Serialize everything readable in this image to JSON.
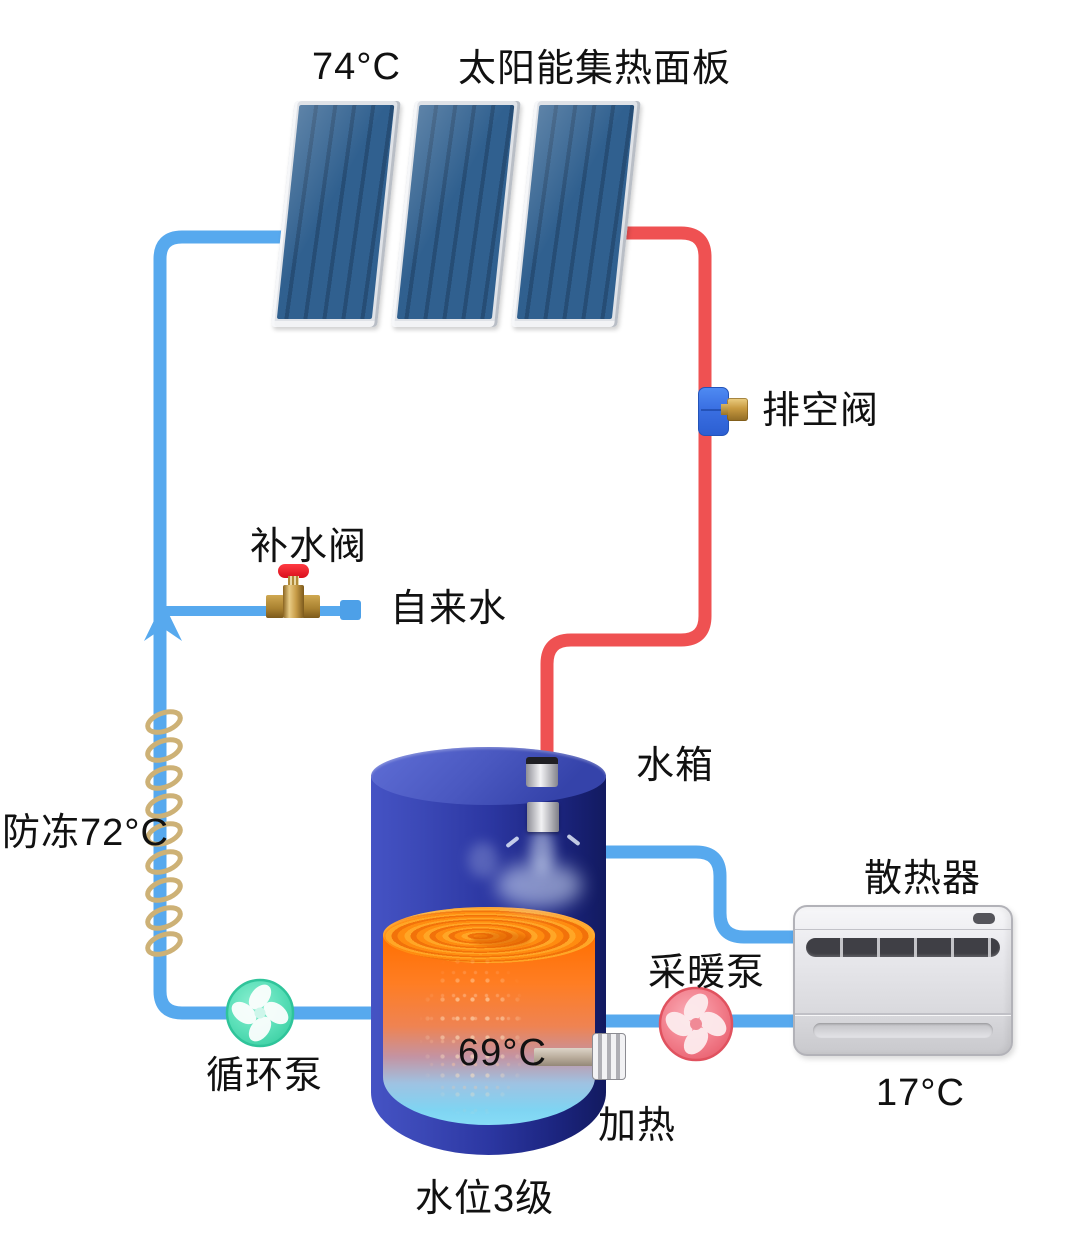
{
  "labels": {
    "collector_temp": "74°C",
    "collector": "太阳能集热面板",
    "drain_valve": "排空阀",
    "fill_valve": "补水阀",
    "tap_water": "自来水",
    "antifreeze": "防冻72°C",
    "tank": "水箱",
    "radiator": "散热器",
    "heating_pump": "采暖泵",
    "tank_temp": "69°C",
    "heater": "加热",
    "circulation_pump": "循环泵",
    "room_temp": "17°C",
    "water_level": "水位3级"
  },
  "colors": {
    "cold_pipe": "#57a9ee",
    "hot_pipe": "#ef5152",
    "panel_glass": "#2d5a8c",
    "panel_frame": "#dfe2e7",
    "tank_shell": "#2b36a0",
    "hot_water": "#ff7d22",
    "cold_water": "#7fd4f2",
    "circulation_pump": "#45d6ac",
    "heating_pump": "#ec6472",
    "brass": "#c89c48",
    "drain_valve_blue": "#2f63d8",
    "antifreeze_coil": "#cdb176",
    "radiator_body": "#e8e8ec",
    "text": "#111111"
  }
}
